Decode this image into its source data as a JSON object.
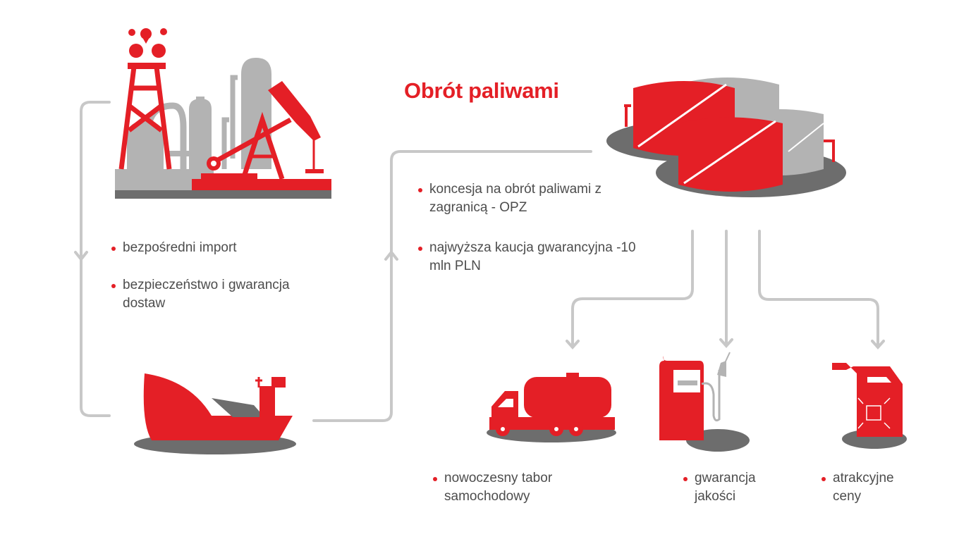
{
  "title": "Obrót paliwami",
  "import_bullets": [
    "bezpośredni import",
    "bezpieczeństwo i gwarancja dostaw"
  ],
  "trade_bullets": [
    "koncesja na obrót paliwami z zagranicą - OPZ",
    "najwyższa kaucja gwarancyjna -10 mln PLN"
  ],
  "outcomes": [
    {
      "label": "nowoczesny tabor samochodowy",
      "icon": "tanker-truck-icon"
    },
    {
      "label": "gwarancja jakości",
      "icon": "fuel-pump-icon"
    },
    {
      "label": "atrakcyjne ceny",
      "icon": "jerrycan-icon"
    }
  ],
  "colors": {
    "red": "#e41f26",
    "gray": "#b3b3b3",
    "dark": "#6d6d6d",
    "line": "#c8c8c8"
  }
}
